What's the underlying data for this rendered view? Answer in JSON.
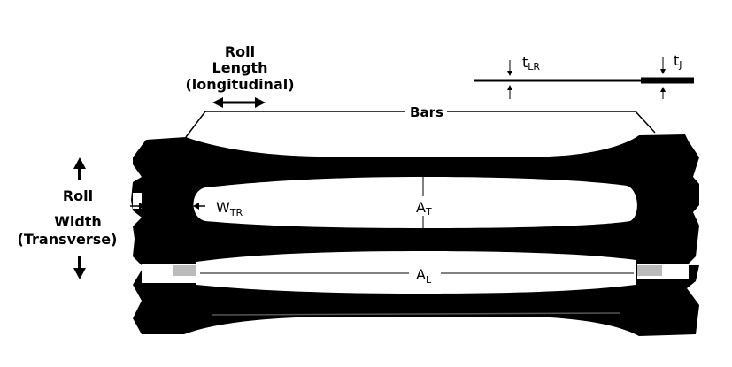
{
  "labels": {
    "roll_length_1": "Roll",
    "roll_length_2": "Length",
    "roll_length_3": "(longitudinal)",
    "roll_width_1": "Roll",
    "roll_width_2": "Width",
    "roll_width_3": "(Transverse)",
    "bars": "Bars",
    "w_tr_main": "W",
    "w_tr_sub": "TR",
    "a_t_main": "A",
    "a_t_sub": "T",
    "a_l_main": "A",
    "a_l_sub": "L",
    "t_lr_main": "t",
    "t_lr_sub": "LR",
    "t_j_main": "t",
    "t_j_sub": "J"
  },
  "colors": {
    "ink": "#000000",
    "paper": "#ffffff"
  }
}
